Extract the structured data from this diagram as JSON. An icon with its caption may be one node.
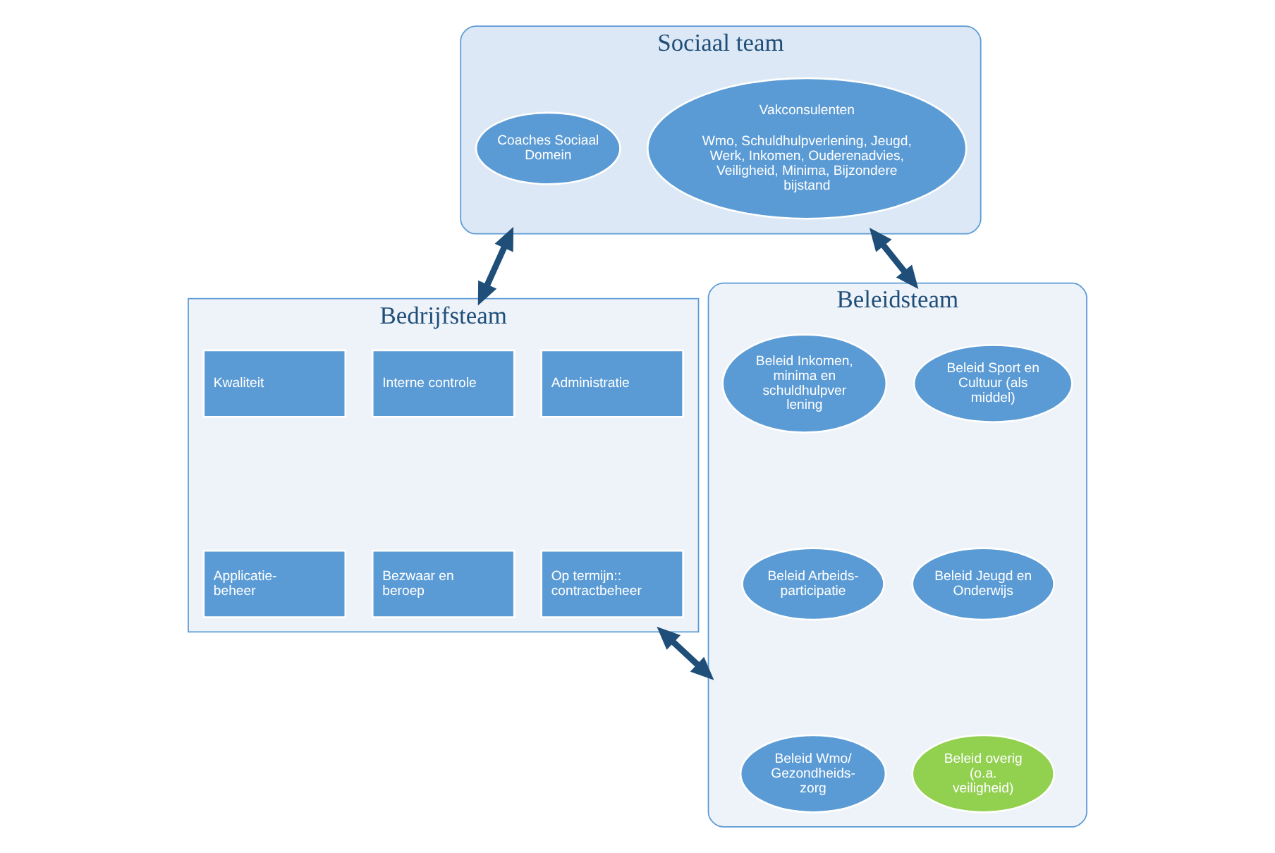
{
  "diagram": {
    "nodes": [
      {
        "text": [
          "Sociaal team"
        ]
      },
      {
        "text": [
          "Coaches Sociaal Domein"
        ],
        "in": 0
      },
      {
        "text": [
          "Vakconsulenten",
          "Wmo, Schuldhulpverlening, Jeugd, Werk, Inkomen, Ouderenadvies, Veiligheid, Minima, Bijzondere bijstand"
        ],
        "in": 0
      },
      {
        "text": [
          "Beleidsteam"
        ]
      },
      {
        "text": [
          "Beleid Inkomen, minima en schuldhulpver lening"
        ],
        "in": 3
      },
      {
        "text": [
          "Beleid Sport en Cultuur (als middel)"
        ],
        "in": 3
      },
      {
        "text": [
          "Beleid Arbeids- participatie"
        ],
        "in": 3
      },
      {
        "text": [
          "Beleid Jeugd en Onderwijs"
        ],
        "in": 3
      },
      {
        "text": [
          "Beleid Wmo/ Gezondheids- zorg"
        ],
        "in": 3
      },
      {
        "text": [
          "Beleid overig (o.a. veiligheid)"
        ],
        "in": 3
      },
      {
        "text": [
          "Bedrijfsteam"
        ]
      },
      {
        "text": [
          "Kwaliteit"
        ],
        "in": 10
      },
      {
        "text": [
          "Interne controle"
        ],
        "in": 10
      },
      {
        "text": [
          "Administratie"
        ],
        "in": 10
      },
      {
        "text": [
          "Applicatie- beheer"
        ],
        "in": 10
      },
      {
        "text": [
          "Bezwaar en beroep"
        ],
        "in": 10
      },
      {
        "text": [
          "Op termijn:: contractbeheer"
        ],
        "in": 10
      }
    ],
    "edges": [
      {
        "from": 0,
        "to": 10,
        "arrow": "both"
      },
      {
        "from": 0,
        "to": 3,
        "arrow": "both"
      },
      {
        "from": 10,
        "to": 3,
        "arrow": "both"
      }
    ]
  }
}
